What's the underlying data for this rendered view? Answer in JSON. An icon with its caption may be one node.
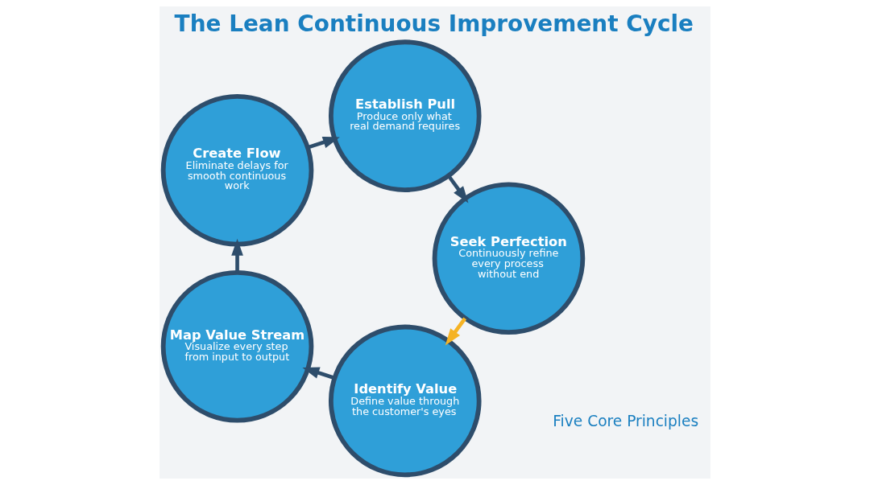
{
  "diagram": {
    "title": "The Lean Continuous Improvement Cycle",
    "nodes": [
      {
        "text": [
          "Identify Value",
          "Define value through the customer's eyes"
        ]
      },
      {
        "text": [
          "Map Value Stream",
          "Visualize every step from input to output"
        ]
      },
      {
        "text": [
          "Create Flow",
          "Eliminate delays for smooth continuous work"
        ]
      },
      {
        "text": [
          "Establish Pull",
          "Produce only what real demand requires"
        ]
      },
      {
        "text": [
          "Seek Perfection",
          "Continuously refine every process without end"
        ]
      }
    ],
    "edges": [
      {
        "from": 0,
        "to": 1,
        "arrow": "to"
      },
      {
        "from": 1,
        "to": 2,
        "arrow": "to"
      },
      {
        "from": 2,
        "to": 3,
        "arrow": "to"
      },
      {
        "from": 3,
        "to": 4,
        "arrow": "to"
      },
      {
        "from": 4,
        "to": 0,
        "arrow": "to",
        "color": "#f5b324"
      }
    ],
    "labels": [
      "Five Core Principles"
    ]
  }
}
